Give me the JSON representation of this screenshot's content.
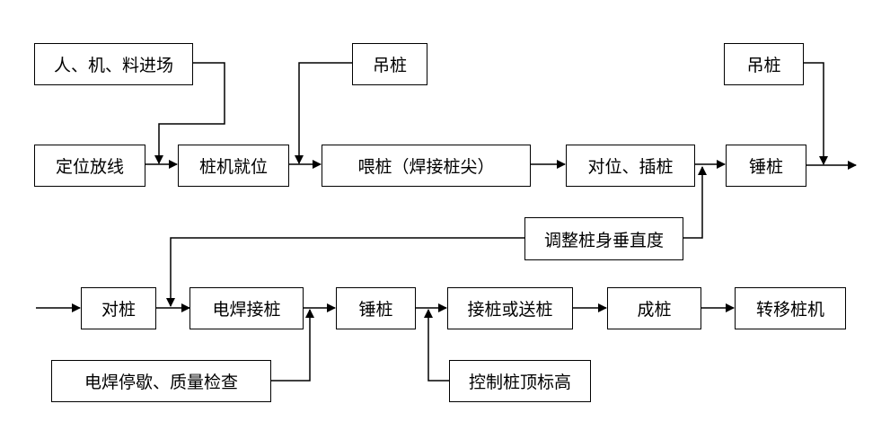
{
  "diagram": {
    "nodes": {
      "materials_in": "人、机、料进场",
      "layout": "定位放线",
      "rig_position": "桩机就位",
      "lift_1": "吊桩",
      "feed_pile": "喂桩（焊接桩尖）",
      "align_insert": "对位、插桩",
      "lift_2": "吊桩",
      "hammer_1": "锤桩",
      "adjust_vertical": "调整桩身垂直度",
      "align_pile": "对桩",
      "weld_connect": "电焊接桩",
      "hammer_2": "锤桩",
      "extend_pile": "接桩或送桩",
      "finish_pile": "成桩",
      "move_rig": "转移桩机",
      "weld_check": "电焊停歇、质量检查",
      "elevation_control": "控制桩顶标高"
    }
  }
}
